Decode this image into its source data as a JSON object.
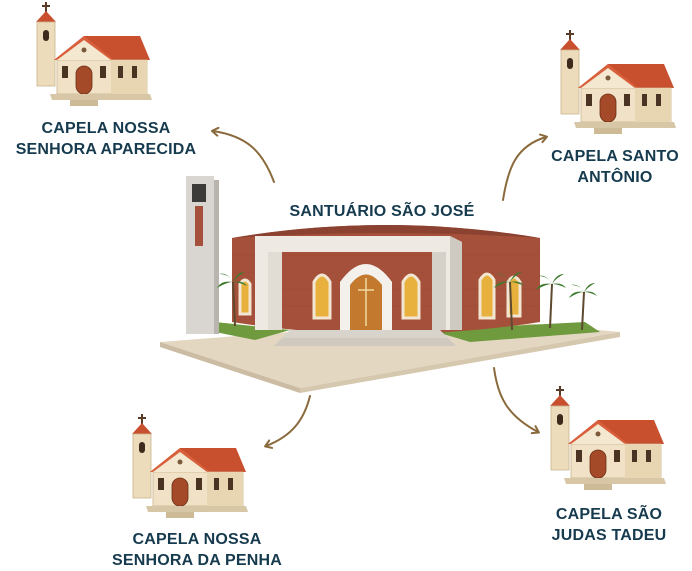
{
  "center": {
    "title": "SANTUÁRIO SÃO JOSÉ"
  },
  "chapels": [
    {
      "id": "aparecida",
      "lines": [
        "CAPELA NOSSA",
        "SENHORA APARECIDA"
      ]
    },
    {
      "id": "santo-antonio",
      "lines": [
        "CAPELA SANTO",
        "ANTÔNIO"
      ]
    },
    {
      "id": "penha",
      "lines": [
        "CAPELA NOSSA",
        "SENHORA DA PENHA"
      ]
    },
    {
      "id": "judas-tadeu",
      "lines": [
        "CAPELA SÃO",
        "JUDAS TADEU"
      ]
    }
  ],
  "colors": {
    "label": "#163a4e",
    "arrow": "#8a6a3c",
    "roof": "#c9502f",
    "wall": "#f1e2c7",
    "brick": "#a5503a"
  }
}
